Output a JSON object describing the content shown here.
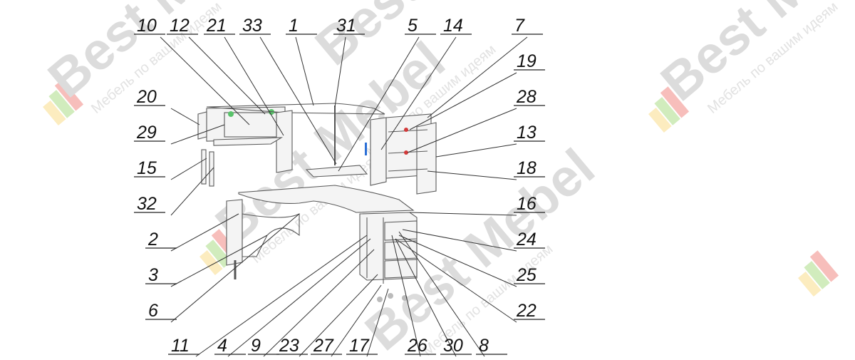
{
  "watermark": {
    "brand": "Best Mebel",
    "slogan": "Мебель по вашим идеям",
    "logo_colors": [
      "#f7c948",
      "#f39a2e",
      "#7ac943",
      "#e8453c"
    ]
  },
  "diagram": {
    "callouts": [
      "10",
      "12",
      "21",
      "33",
      "1",
      "31",
      "5",
      "14",
      "7",
      "19",
      "28",
      "13",
      "18",
      "20",
      "29",
      "15",
      "32",
      "16",
      "24",
      "25",
      "22",
      "2",
      "3",
      "6",
      "11",
      "4",
      "9",
      "23",
      "27",
      "17",
      "26",
      "30",
      "8"
    ]
  },
  "colors": {
    "fastener_red": "#d23a3a",
    "fastener_blue": "#2b6fd6",
    "fastener_green": "#59c36a"
  }
}
